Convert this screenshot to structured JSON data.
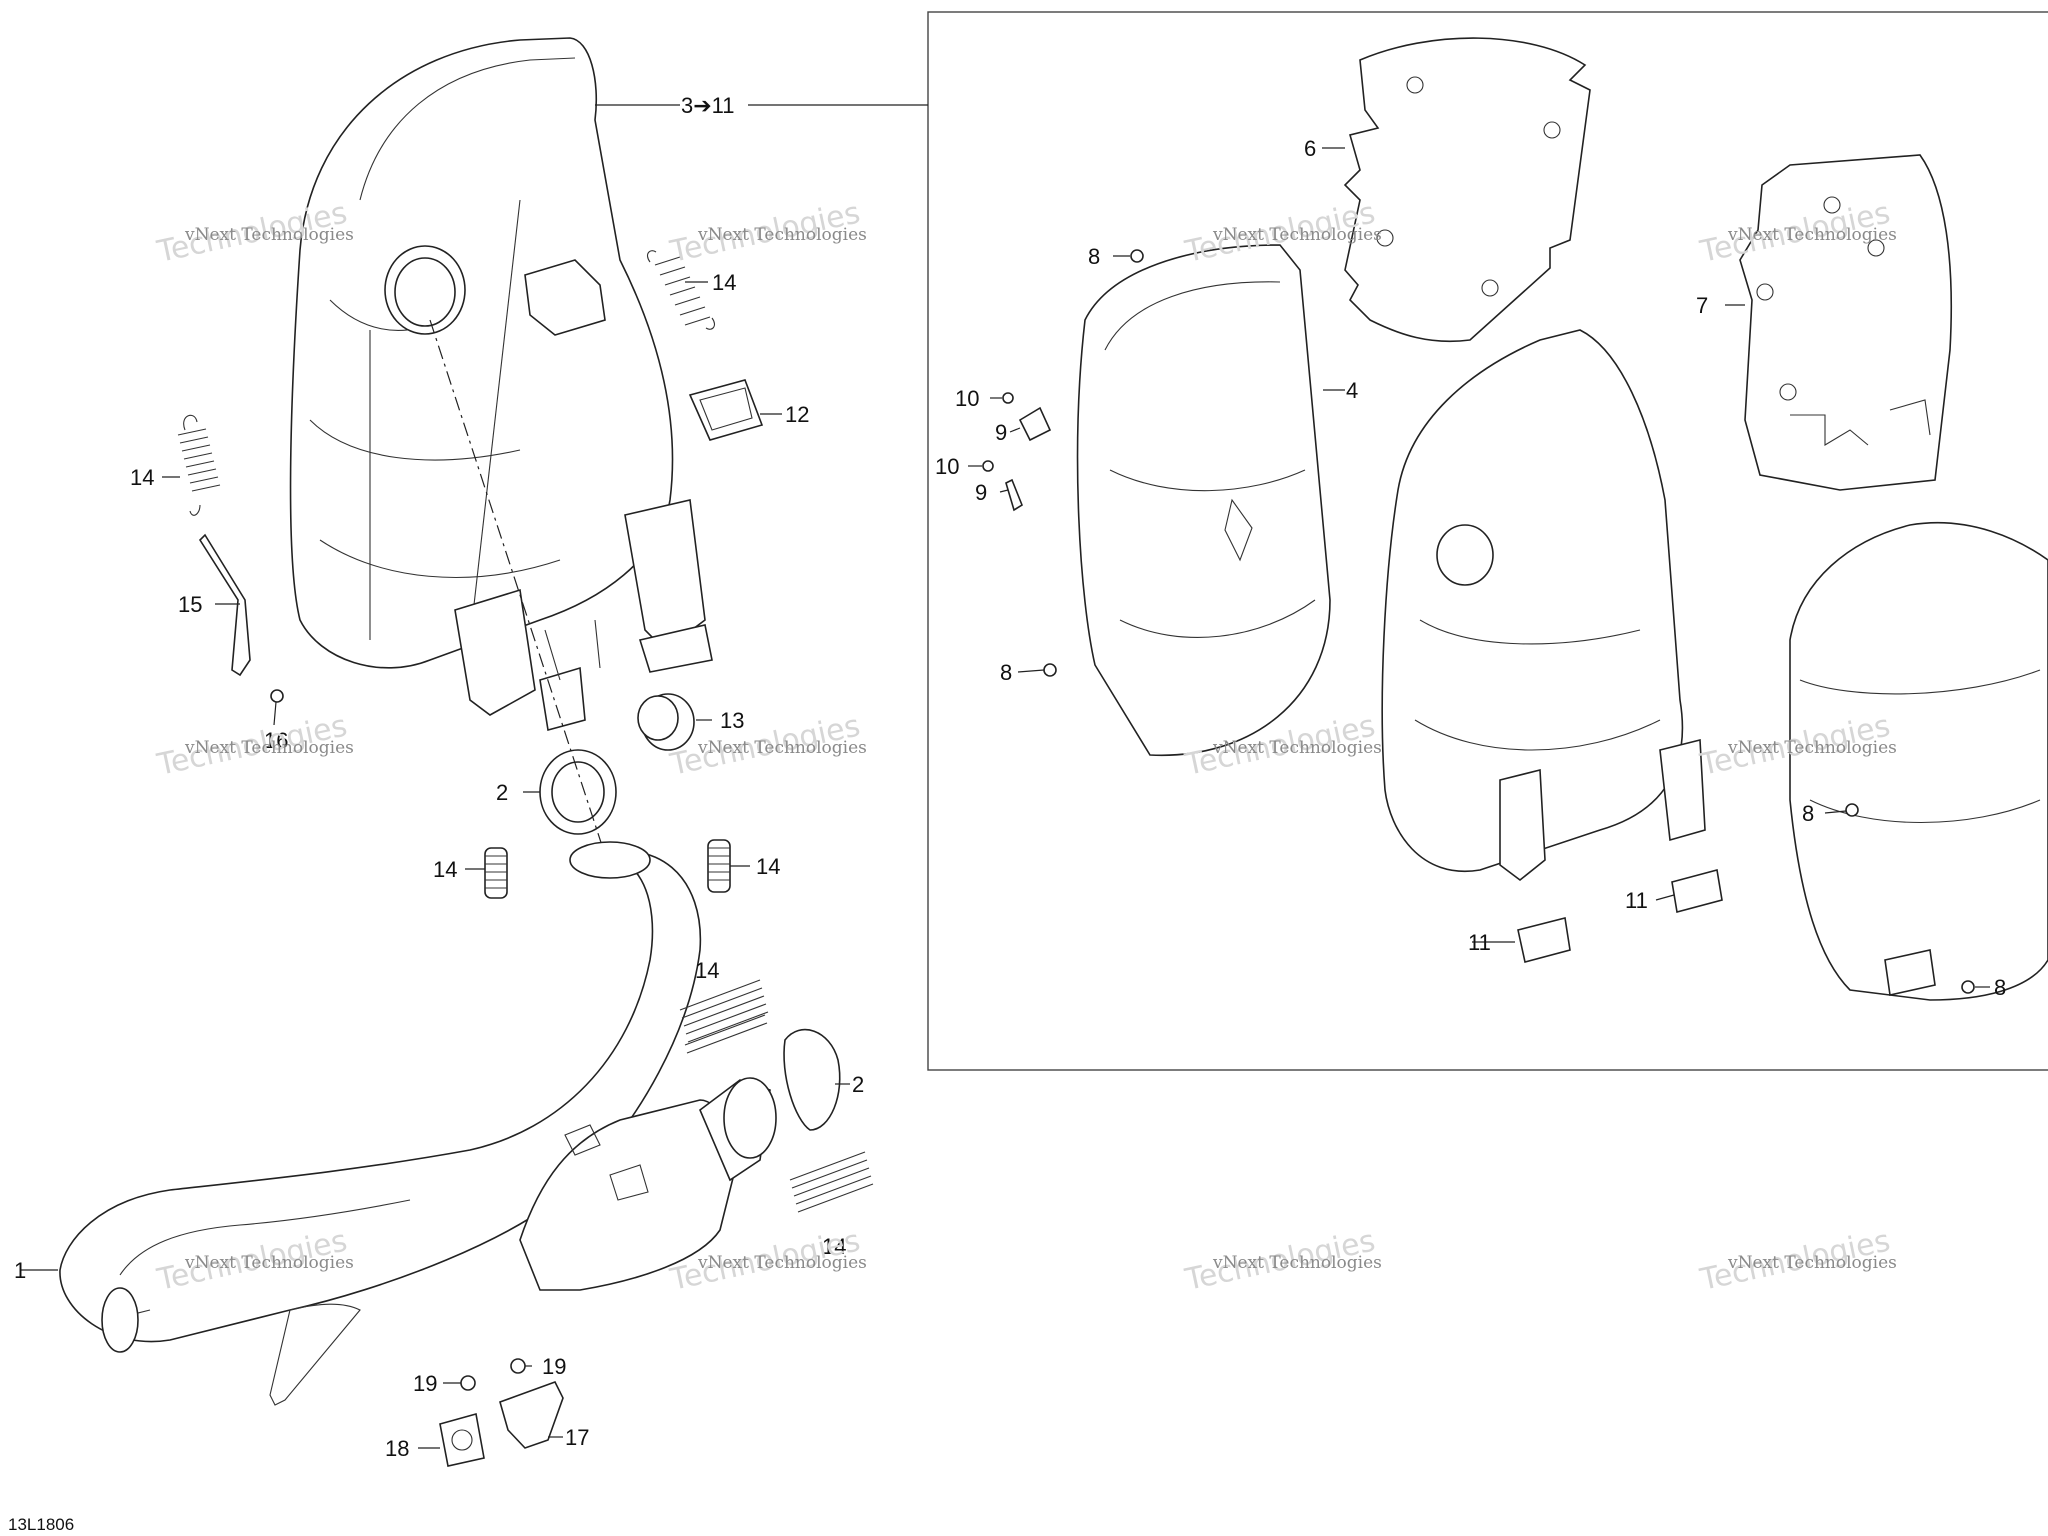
{
  "diagram": {
    "code": "13L1806",
    "watermark_line1": "vNext Technologies",
    "watermark_line2": "Technologies",
    "callouts": {
      "c1": "1",
      "c2a": "2",
      "c2b": "2",
      "c3to11": "3➔11",
      "c4": "4",
      "c6": "6",
      "c7": "7",
      "c8a": "8",
      "c8b": "8",
      "c8c": "8",
      "c8d": "8",
      "c9a": "9",
      "c9b": "9",
      "c10a": "10",
      "c10b": "10",
      "c11a": "11",
      "c11b": "11",
      "c12": "12",
      "c13": "13",
      "c14a": "14",
      "c14b": "14",
      "c14c": "14",
      "c14d": "14",
      "c14e": "14",
      "c14f": "14",
      "c15": "15",
      "c16": "16",
      "c17": "17",
      "c18": "18",
      "c19a": "19",
      "c19b": "19"
    }
  }
}
